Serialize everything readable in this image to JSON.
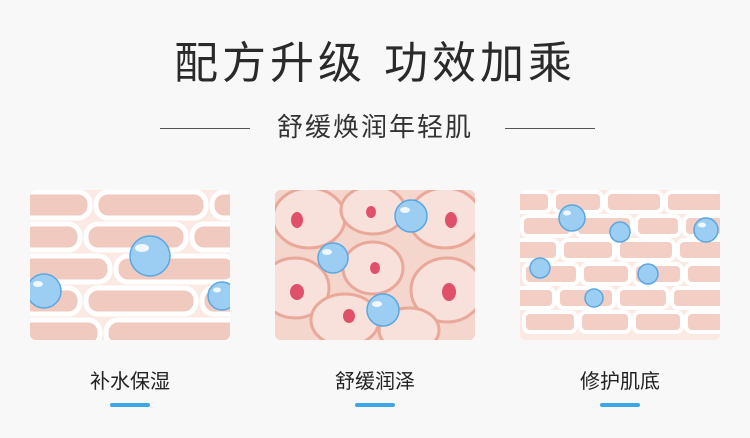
{
  "header": {
    "title": "配方升级 功效加乘",
    "subtitle": "舒缓焕润年轻肌"
  },
  "features": [
    {
      "label": "补水保湿",
      "icon": "skin-cells-hydration-illustration"
    },
    {
      "label": "舒缓润泽",
      "icon": "round-cells-soothing-illustration"
    },
    {
      "label": "修护肌底",
      "icon": "brick-cells-repair-illustration"
    }
  ],
  "colors": {
    "accent_bar": "#3aa7e6",
    "cell_fill": "#f2d0c8",
    "cell_border": "#ffffff",
    "nucleus": "#e0506a",
    "water_drop": "#6fb8ee"
  }
}
